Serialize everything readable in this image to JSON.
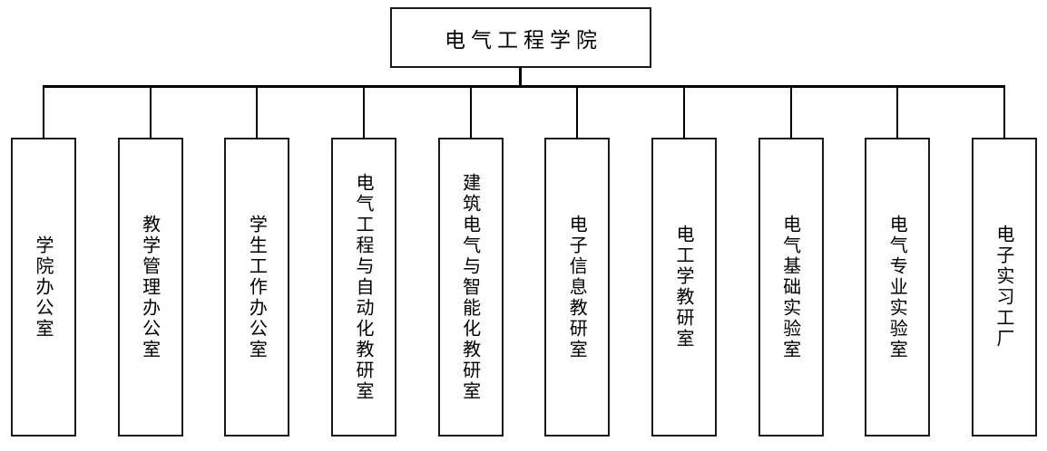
{
  "org_chart": {
    "type": "organization-chart",
    "root": {
      "label": "电气工程学院"
    },
    "children": [
      {
        "label": "学院办公室"
      },
      {
        "label": "教学管理办公室"
      },
      {
        "label": "学生工作办公室"
      },
      {
        "label": "电气工程与自动化教研室"
      },
      {
        "label": "建筑电气与智能化教研室"
      },
      {
        "label": "电子信息教研室"
      },
      {
        "label": "电工学教研室"
      },
      {
        "label": "电气基础实验室"
      },
      {
        "label": "电气专业实验室"
      },
      {
        "label": "电子实习工厂"
      }
    ]
  },
  "colors": {
    "line": "#000000",
    "border": "#1a1a1a",
    "background": "#ffffff",
    "text": "#000000"
  }
}
